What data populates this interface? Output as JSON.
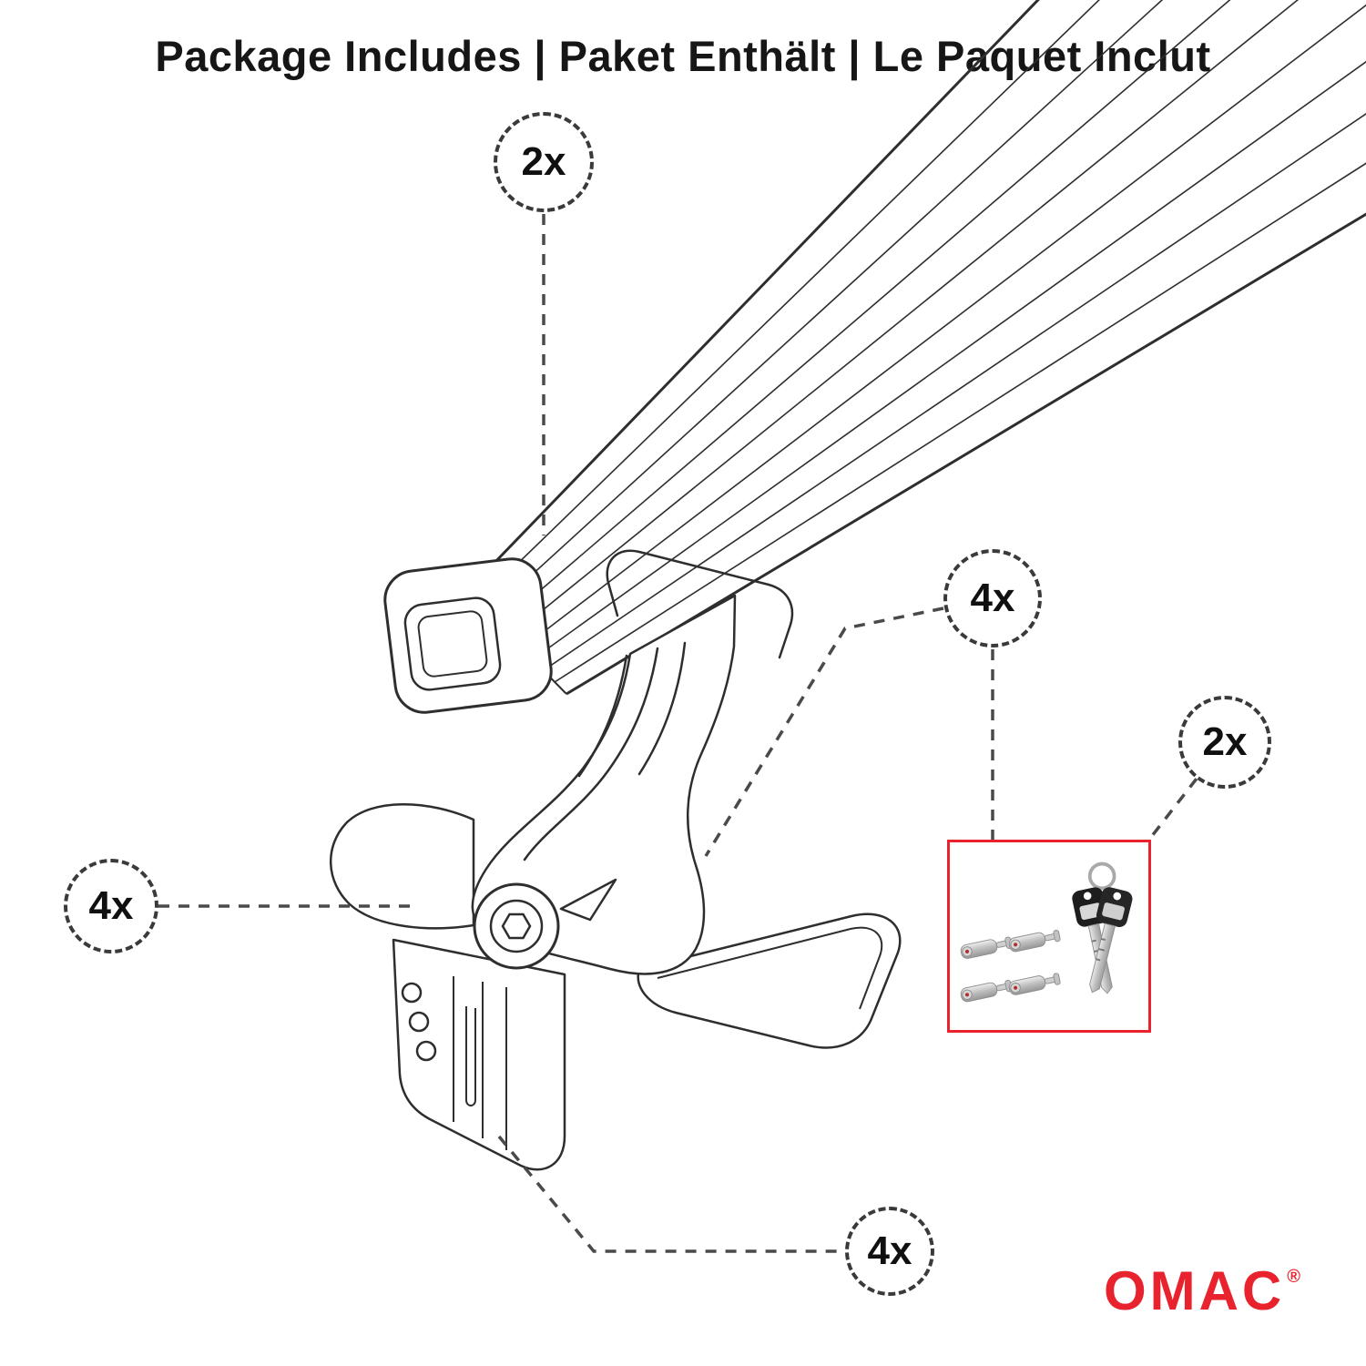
{
  "title": "Package Includes | Paket Enthält | Le Paquet Inclut",
  "callouts": {
    "crossbar": {
      "label": "2x"
    },
    "foot": {
      "label": "4x"
    },
    "locks": {
      "label": "4x"
    },
    "keys": {
      "label": "2x"
    },
    "clamp": {
      "label": "4x"
    }
  },
  "parts_box": {
    "lock_cylinders_icon": "lock-cylinders-image",
    "keys_icon": "keys-image"
  },
  "logo": {
    "text": "OMAC",
    "registered": "®"
  },
  "colors": {
    "brand_red": "#E8232E",
    "line_color": "#2E2E2E",
    "callout_border": "#3A3A3A",
    "leader_line": "#4A4A4A"
  }
}
